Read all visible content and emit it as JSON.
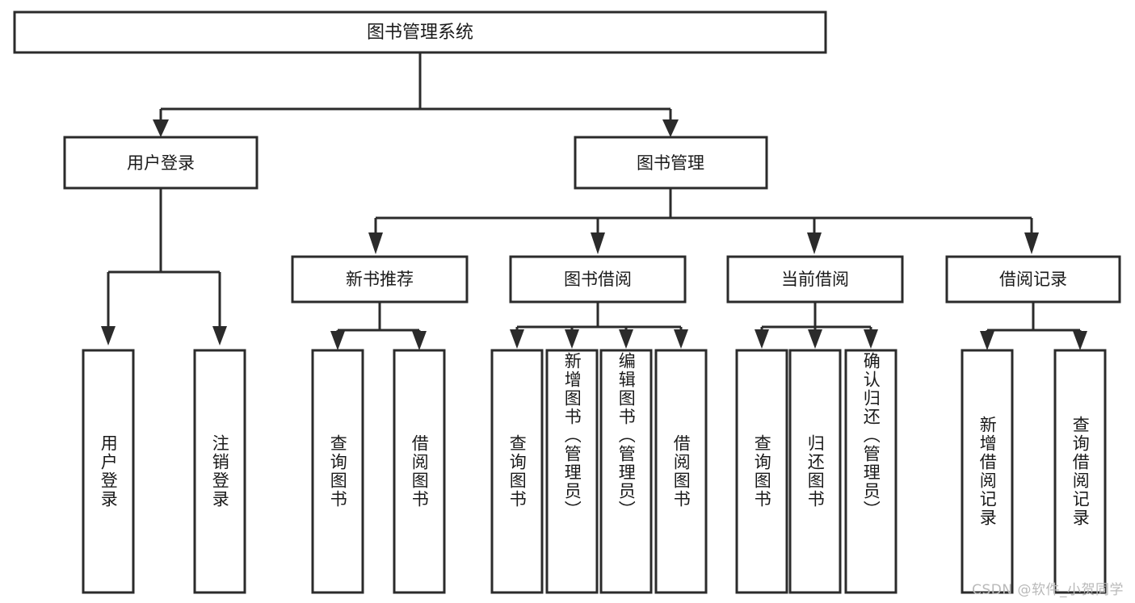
{
  "diagram": {
    "type": "tree",
    "title": "图书管理系统",
    "orientation": "top-down",
    "colors": {
      "box_fill": "#ffffff",
      "box_stroke": "#2b2b2b",
      "text": "#1a1a1a",
      "background": "#ffffff",
      "watermark": "#b9b9b9"
    },
    "root": {
      "label": "图书管理系统"
    },
    "level2": [
      {
        "label": "用户登录"
      },
      {
        "label": "图书管理"
      }
    ],
    "level3": [
      {
        "label": "新书推荐"
      },
      {
        "label": "图书借阅"
      },
      {
        "label": "当前借阅"
      },
      {
        "label": "借阅记录"
      }
    ],
    "leaves_user_login": [
      {
        "label": "用户登录"
      },
      {
        "label": "注销登录"
      }
    ],
    "leaves_new_book": [
      {
        "label": "查询图书"
      },
      {
        "label": "借阅图书"
      }
    ],
    "leaves_borrow": [
      {
        "label": "查询图书"
      },
      {
        "label": "新增图书（管理员）"
      },
      {
        "label": "编辑图书（管理员）"
      },
      {
        "label": "借阅图书"
      }
    ],
    "leaves_current": [
      {
        "label": "查询图书"
      },
      {
        "label": "归还图书"
      },
      {
        "label": "确认归还（管理员）"
      }
    ],
    "leaves_records": [
      {
        "label": "新增借阅记录"
      },
      {
        "label": "查询借阅记录"
      }
    ]
  },
  "watermark": {
    "text": "CSDN @软件_小贺同学"
  }
}
